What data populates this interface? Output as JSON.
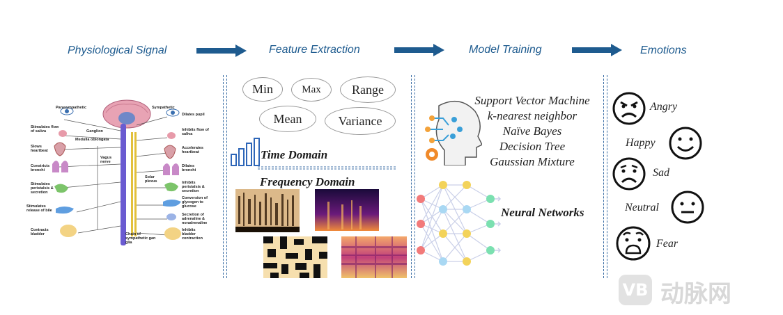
{
  "stages": {
    "s1": "Physiological Signal",
    "s2": "Feature Extraction",
    "s3": "Model Training",
    "s4": "Emotions"
  },
  "nervous": {
    "left": [
      "Parasympathetic",
      "Stimulates flow of saliva",
      "Ganglion",
      "Medulla oblongata",
      "Slows heartbeat",
      "Vagus nerve",
      "Constricts bronchi",
      "Stimulates peristalsis & secretion",
      "Stimulates release of bile",
      "Contracts bladder"
    ],
    "right": [
      "Sympathetic",
      "Dilates pupil",
      "Inhibits flow of saliva",
      "Accelerates heartbeat",
      "Dilates bronchi",
      "Solar plexus",
      "Inhibits peristalsis & secretion",
      "Conversion of glycogen to glucose",
      "Secretion of adrenaline & noradrenaline",
      "Inhibits bladder contraction",
      "Chain of sympathetic gan glia"
    ]
  },
  "features": {
    "min": "Min",
    "max": "Max",
    "range": "Range",
    "mean": "Mean",
    "variance": "Variance",
    "time_domain": "Time Domain",
    "frequency_domain": "Frequency Domain"
  },
  "models": {
    "list": [
      "Support Vector Machine",
      "k-nearest neighbor",
      "Naïve Bayes",
      "Decision Tree",
      "Gaussian Mixture"
    ],
    "nn": "Neural Networks"
  },
  "emotions": [
    "Angry",
    "Happy",
    "Sad",
    "Neutral",
    "Fear"
  ],
  "watermark": "动脉网",
  "watermark_logo": "VB",
  "colors": {
    "title": "#1e5b8f",
    "arrow": "#1e5b8f",
    "divider": "#3b6ea5"
  }
}
